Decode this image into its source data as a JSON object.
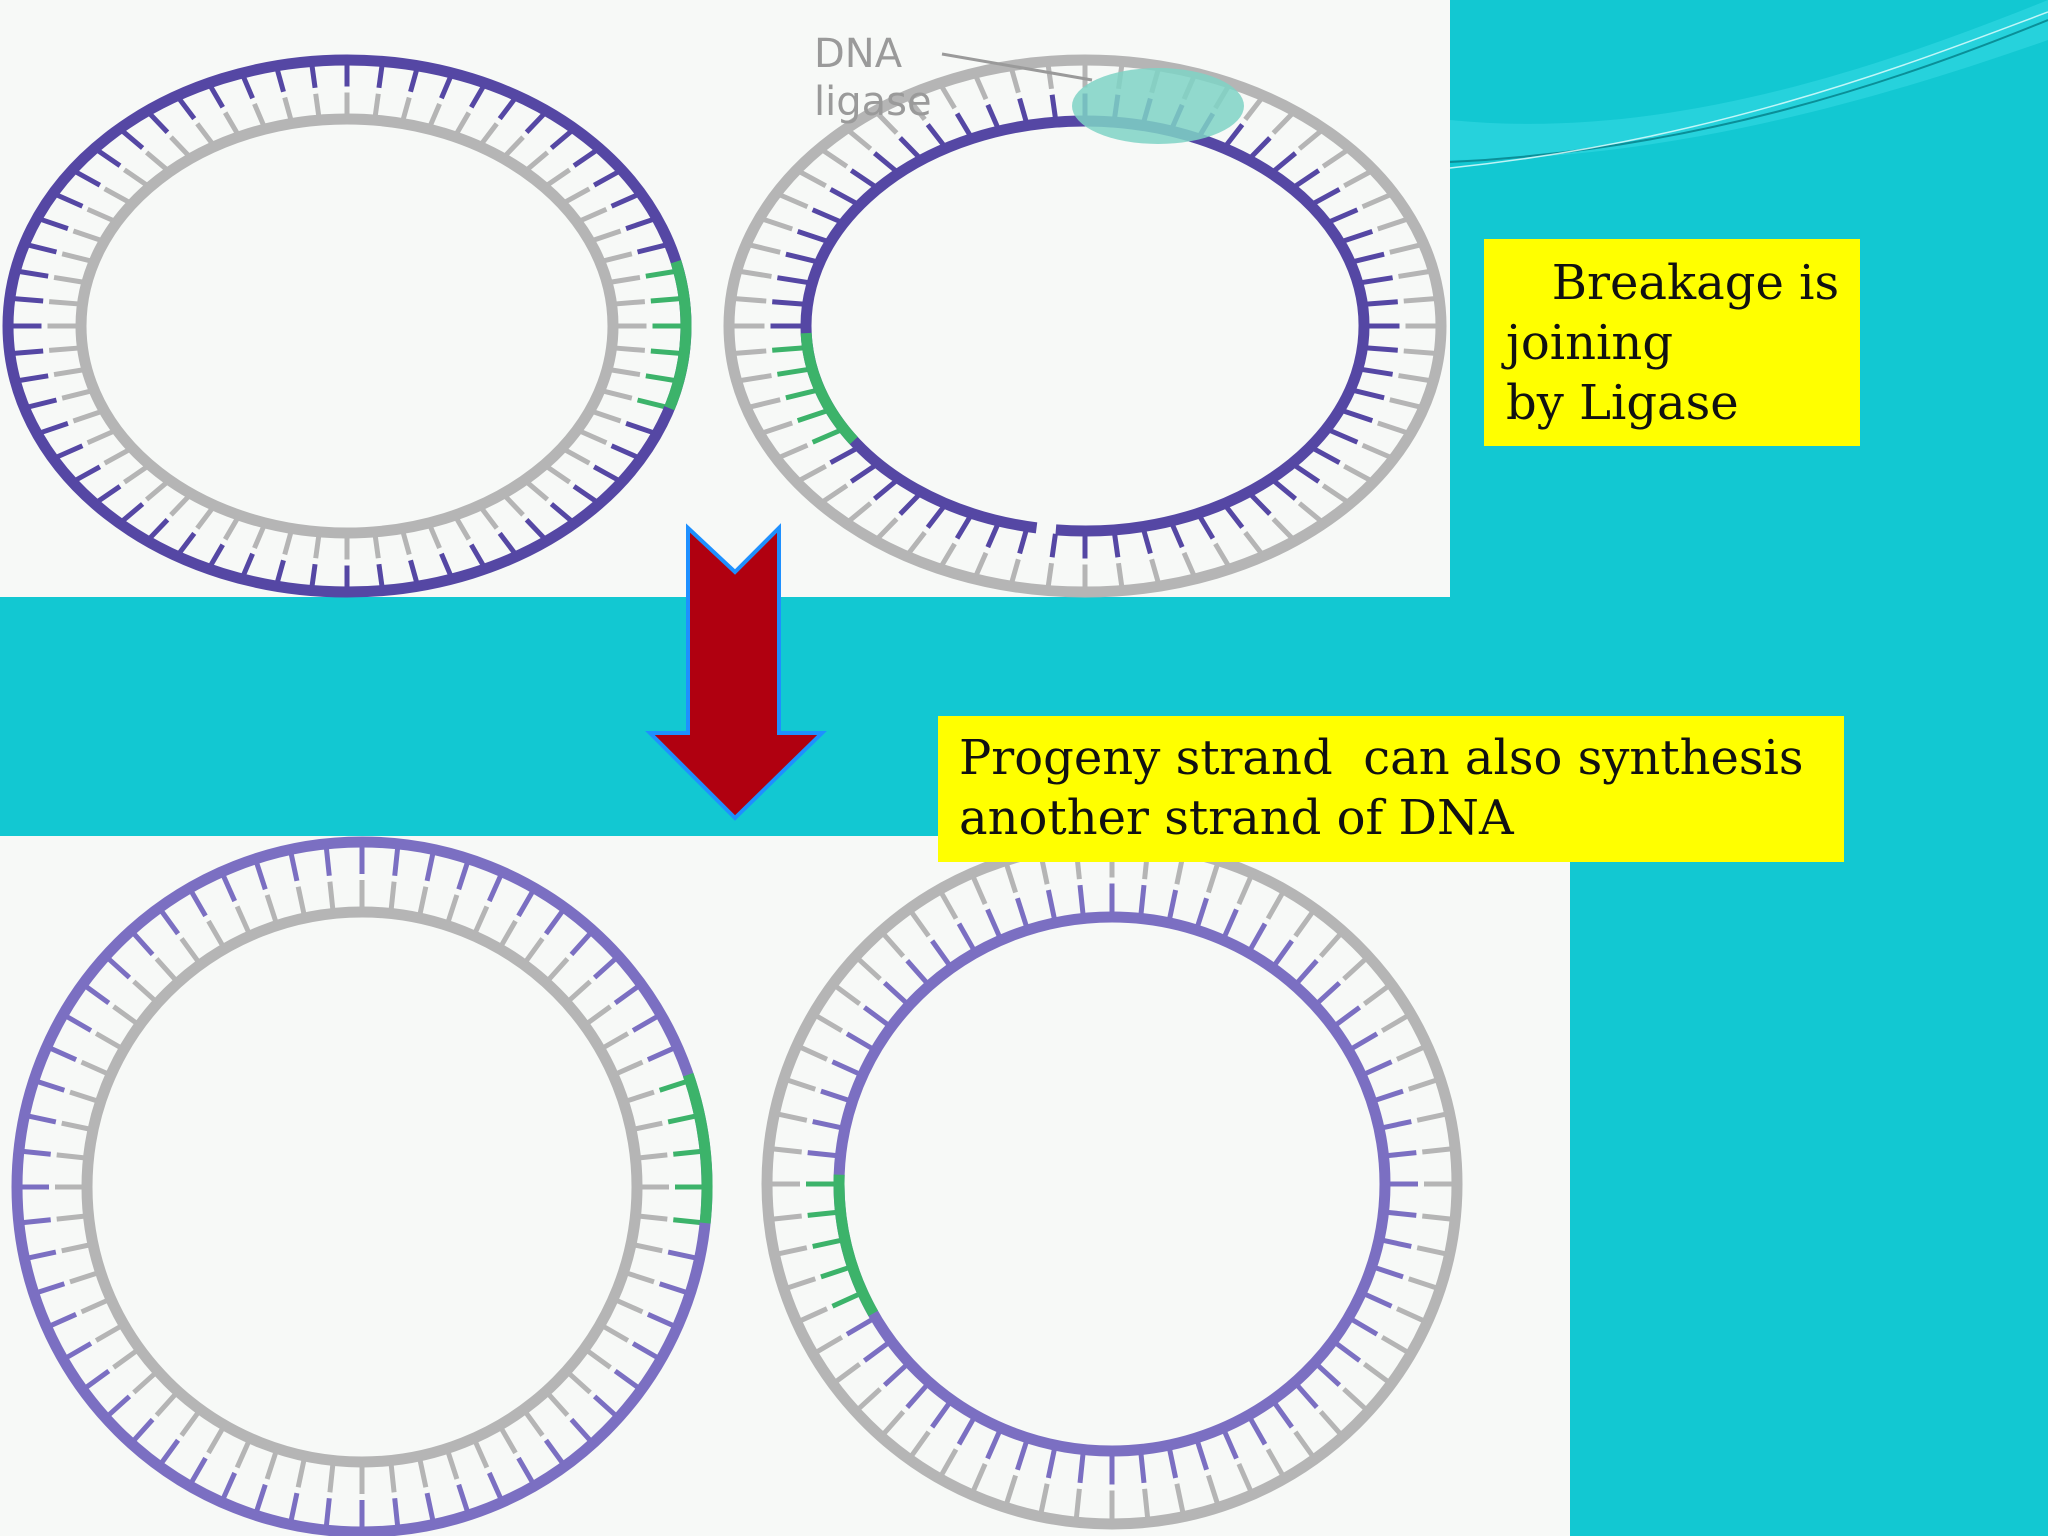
{
  "labels": {
    "dna": "DNA",
    "ligase": "ligase"
  },
  "notes": {
    "ligase_lines": [
      "   Breakage is",
      "joining",
      "by Ligase"
    ],
    "progeny_lines": [
      "Progeny strand  can also synthesis",
      "another strand of DNA"
    ]
  },
  "colors": {
    "background_teal": "#12c8d2",
    "panel_white": "#f7f9f7",
    "strand_purple_dark": "#5547a4",
    "strand_purple_light": "#7b6fc2",
    "strand_gray": "#b5b5b5",
    "strand_green": "#3cb36a",
    "enzyme_teal": "#7fd3c5",
    "arrow_red": "#b00010",
    "arrow_outline": "#1e90ff",
    "note_yellow": "#ffff00"
  },
  "icons": {
    "arrow": "down-arrow-icon"
  }
}
